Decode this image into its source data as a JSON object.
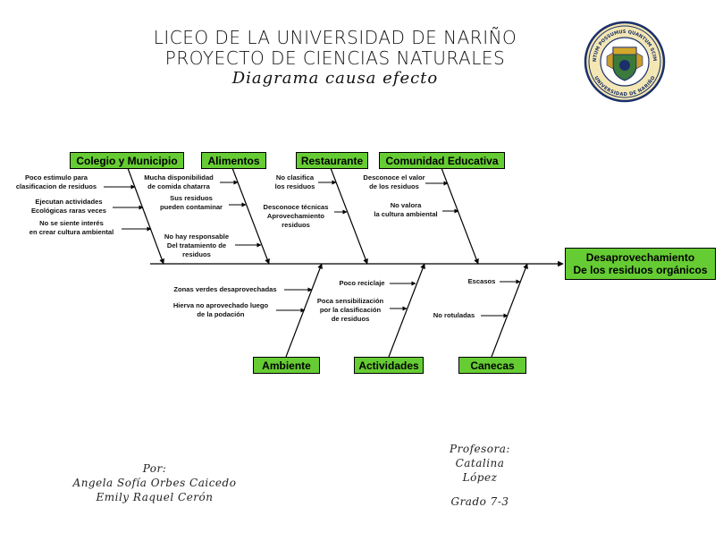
{
  "header": {
    "line1": "LICEO DE LA UNIVERSIDAD DE NARIÑO",
    "line2": "PROYECTO DE CIENCIAS NATURALES",
    "subtitle": "Diagrama causa efecto"
  },
  "seal": {
    "top_text": "TANTUM POSSUMUS QUANTUM SCIMUS",
    "bottom_text": "UNIVERSIDAD DE NARIÑO"
  },
  "effect": {
    "line1": "Desaprovechamiento",
    "line2": "De los residuos orgánicos"
  },
  "categories": {
    "colegio": "Colegio y Municipio",
    "alimentos": "Alimentos",
    "restaurante": "Restaurante",
    "comunidad": "Comunidad Educativa",
    "ambiente": "Ambiente",
    "actividades": "Actividades",
    "canecas": "Canecas"
  },
  "causes": {
    "colegio_1": "Poco estimulo para\nclasificacion de residuos",
    "colegio_2": "Ejecutan actividades\nEcológicas raras veces",
    "colegio_3": "No se siente interés\nen crear cultura ambiental",
    "alimentos_1": "Mucha disponibilidad\nde comida chatarra",
    "alimentos_2": "Sus residuos\npueden contaminar",
    "alimentos_3": "No hay responsable\nDel tratamiento de\nresiduos",
    "restaurante_1": "No clasifica\nlos residuos",
    "restaurante_2": "Desconoce técnicas\nAprovechamiento\nresiduos",
    "comunidad_1": "Desconoce el valor\nde los residuos",
    "comunidad_2": "No valora\nla cultura ambiental",
    "ambiente_1": "Zonas verdes desaprovechadas",
    "ambiente_2": "Hierva no aprovechado luego\nde la podación",
    "actividades_1": "Poco reciclaje",
    "actividades_2": "Poca sensibilización\npor la clasificación\nde residuos",
    "canecas_1": "Escasos",
    "canecas_2": "No rotuladas"
  },
  "authors": {
    "label": "Por:",
    "name1": "Angela Sofía Orbes Caicedo",
    "name2": "Emily Raquel Cerón"
  },
  "teacher": {
    "label": "Profesora:",
    "name1": "Catalina",
    "name2": "López",
    "grade": "Grado 7-3"
  }
}
